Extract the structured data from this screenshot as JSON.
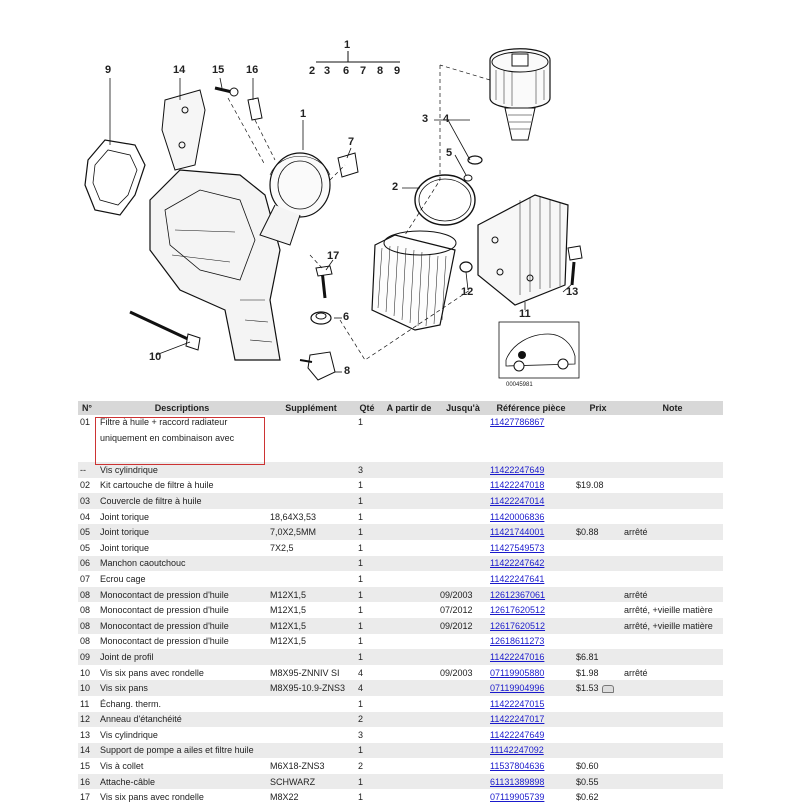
{
  "diagram": {
    "callouts": [
      "1",
      "2",
      "3",
      "4",
      "5",
      "6",
      "7",
      "8",
      "9",
      "10",
      "11",
      "12",
      "13",
      "14",
      "15",
      "16",
      "17"
    ],
    "group_numbers": [
      "2",
      "3",
      "6",
      "7",
      "8",
      "9"
    ],
    "image_number": "00045981"
  },
  "table": {
    "headers": {
      "no": "N°",
      "desc": "Descriptions",
      "supp": "Supplément",
      "qty": "Qté",
      "from": "A partir de",
      "until": "Jusqu'à",
      "ref": "Référence pièce",
      "price": "Prix",
      "note": "Note"
    },
    "rows": [
      {
        "no": "01",
        "desc": "Filtre à huile + raccord radiateur uniquement en combinaison avec",
        "supp": "",
        "qty": "1",
        "from": "",
        "until": "",
        "ref": "11427786867",
        "price": "",
        "note": ""
      },
      {
        "no": "--",
        "desc": "Vis cylindrique",
        "supp": "",
        "qty": "3",
        "from": "",
        "until": "",
        "ref": "11422247649",
        "price": "",
        "note": ""
      },
      {
        "no": "02",
        "desc": "Kit cartouche de filtre à huile",
        "supp": "",
        "qty": "1",
        "from": "",
        "until": "",
        "ref": "11422247018",
        "price": "$19.08",
        "note": ""
      },
      {
        "no": "03",
        "desc": "Couvercle de filtre à huile",
        "supp": "",
        "qty": "1",
        "from": "",
        "until": "",
        "ref": "11422247014",
        "price": "",
        "note": ""
      },
      {
        "no": "04",
        "desc": "Joint torique",
        "supp": "18,64X3,53",
        "qty": "1",
        "from": "",
        "until": "",
        "ref": "11420006836",
        "price": "",
        "note": ""
      },
      {
        "no": "05",
        "desc": "Joint torique",
        "supp": "7,0X2,5MM",
        "qty": "1",
        "from": "",
        "until": "",
        "ref": "11421744001",
        "price": "$0.88",
        "note": "arrêté"
      },
      {
        "no": "05",
        "desc": "Joint torique",
        "supp": "7X2,5",
        "qty": "1",
        "from": "",
        "until": "",
        "ref": "11427549573",
        "price": "",
        "note": ""
      },
      {
        "no": "06",
        "desc": "Manchon caoutchouc",
        "supp": "",
        "qty": "1",
        "from": "",
        "until": "",
        "ref": "11422247642",
        "price": "",
        "note": ""
      },
      {
        "no": "07",
        "desc": "Ecrou cage",
        "supp": "",
        "qty": "1",
        "from": "",
        "until": "",
        "ref": "11422247641",
        "price": "",
        "note": ""
      },
      {
        "no": "08",
        "desc": "Monocontact de pression d'huile",
        "supp": "M12X1,5",
        "qty": "1",
        "from": "",
        "until": "09/2003",
        "ref": "12612367061",
        "price": "",
        "note": "arrêté"
      },
      {
        "no": "08",
        "desc": "Monocontact de pression d'huile",
        "supp": "M12X1,5",
        "qty": "1",
        "from": "",
        "until": "07/2012",
        "ref": "12617620512",
        "price": "",
        "note": "arrêté, +vieille matière"
      },
      {
        "no": "08",
        "desc": "Monocontact de pression d'huile",
        "supp": "M12X1,5",
        "qty": "1",
        "from": "",
        "until": "09/2012",
        "ref": "12617620512",
        "price": "",
        "note": "arrêté, +vieille matière"
      },
      {
        "no": "08",
        "desc": "Monocontact de pression d'huile",
        "supp": "M12X1,5",
        "qty": "1",
        "from": "",
        "until": "",
        "ref": "12618611273",
        "price": "",
        "note": ""
      },
      {
        "no": "09",
        "desc": "Joint de profil",
        "supp": "",
        "qty": "1",
        "from": "",
        "until": "",
        "ref": "11422247016",
        "price": "$6.81",
        "note": ""
      },
      {
        "no": "10",
        "desc": "Vis six pans avec rondelle",
        "supp": "M8X95-ZNNIV SI",
        "qty": "4",
        "from": "",
        "until": "09/2003",
        "ref": "07119905880",
        "price": "$1.98",
        "note": "arrêté"
      },
      {
        "no": "10",
        "desc": "Vis six pans",
        "supp": "M8X95-10.9-ZNS3",
        "qty": "4",
        "from": "",
        "until": "",
        "ref": "07119904996",
        "price": "$1.53",
        "note": ""
      },
      {
        "no": "11",
        "desc": "Échang. therm.",
        "supp": "",
        "qty": "1",
        "from": "",
        "until": "",
        "ref": "11422247015",
        "price": "",
        "note": ""
      },
      {
        "no": "12",
        "desc": "Anneau d'étanchéité",
        "supp": "",
        "qty": "2",
        "from": "",
        "until": "",
        "ref": "11422247017",
        "price": "",
        "note": ""
      },
      {
        "no": "13",
        "desc": "Vis cylindrique",
        "supp": "",
        "qty": "3",
        "from": "",
        "until": "",
        "ref": "11422247649",
        "price": "",
        "note": ""
      },
      {
        "no": "14",
        "desc": "Support de pompe a ailes et filtre huile",
        "supp": "",
        "qty": "1",
        "from": "",
        "until": "",
        "ref": "11142247092",
        "price": "",
        "note": ""
      },
      {
        "no": "15",
        "desc": "Vis à collet",
        "supp": "M6X18-ZNS3",
        "qty": "2",
        "from": "",
        "until": "",
        "ref": "11537804636",
        "price": "$0.60",
        "note": ""
      },
      {
        "no": "16",
        "desc": "Attache-câble",
        "supp": "SCHWARZ",
        "qty": "1",
        "from": "",
        "until": "",
        "ref": "61131389898",
        "price": "$0.55",
        "note": ""
      },
      {
        "no": "17",
        "desc": "Vis six pans avec rondelle",
        "supp": "M8X22",
        "qty": "1",
        "from": "",
        "until": "",
        "ref": "07119905739",
        "price": "$0.62",
        "note": ""
      }
    ]
  }
}
